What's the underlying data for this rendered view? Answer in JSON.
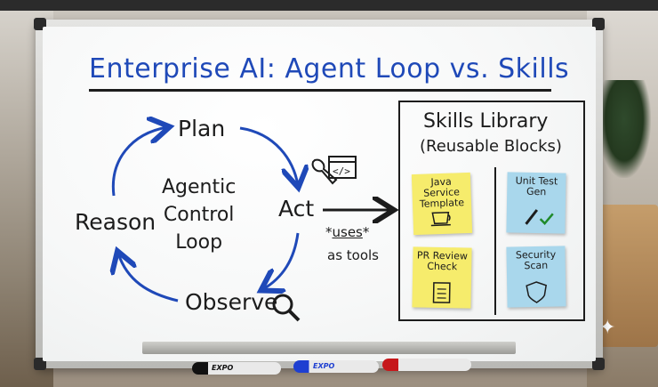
{
  "title": "Enterprise AI: Agent Loop vs. Skills",
  "loop": {
    "plan": "Plan",
    "act": "Act",
    "reason": "Reason",
    "observe": "Observe",
    "center_line1": "Agentic",
    "center_line2": "Control",
    "center_line3": "Loop"
  },
  "uses": {
    "line1_prefix": "*",
    "line1_word": "uses",
    "line1_suffix": "*",
    "line2": "as tools"
  },
  "library": {
    "title": "Skills Library",
    "subtitle": "(Reusable Blocks)",
    "notes": [
      {
        "text": "Java\nService\nTemplate",
        "color": "#f6ec6c",
        "icon": "coffee-cup-icon"
      },
      {
        "text": "Unit Test\nGen",
        "color": "#a9d7ec",
        "icon": "test-tube-check-icon"
      },
      {
        "text": "PR Review\nCheck",
        "color": "#f6ec6c",
        "icon": "clipboard-checklist-icon"
      },
      {
        "text": "Security\nScan",
        "color": "#a9d7ec",
        "icon": "shield-icon"
      }
    ]
  },
  "markers": {
    "black": "EXPO",
    "blue": "EXPO",
    "red": ""
  },
  "colors": {
    "title_ink": "#1f49b8",
    "arrow_ink": "#1f49b8",
    "ink": "#1c1c1c"
  }
}
